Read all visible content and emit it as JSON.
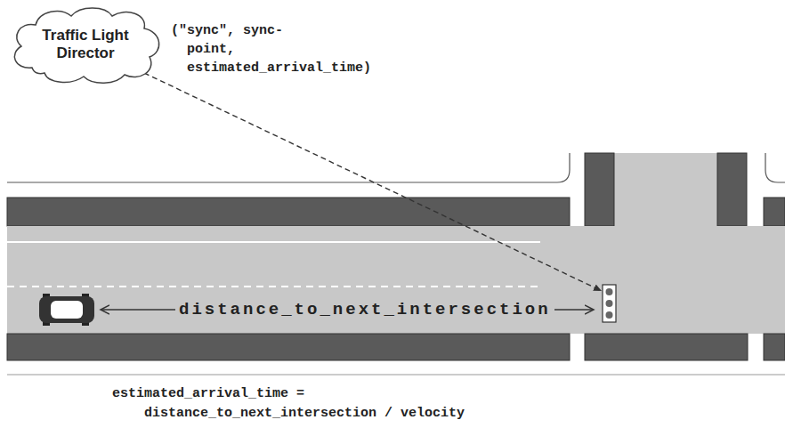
{
  "diagram": {
    "nodes": [
      {
        "text": [
          "Traffic Light Director"
        ]
      }
    ],
    "labels": [
      "(\"sync\", sync-point, estimated_arrival_time)",
      "distance_to_next_intersection",
      "estimated_arrival_time = distance_to_next_intersection / velocity"
    ]
  }
}
